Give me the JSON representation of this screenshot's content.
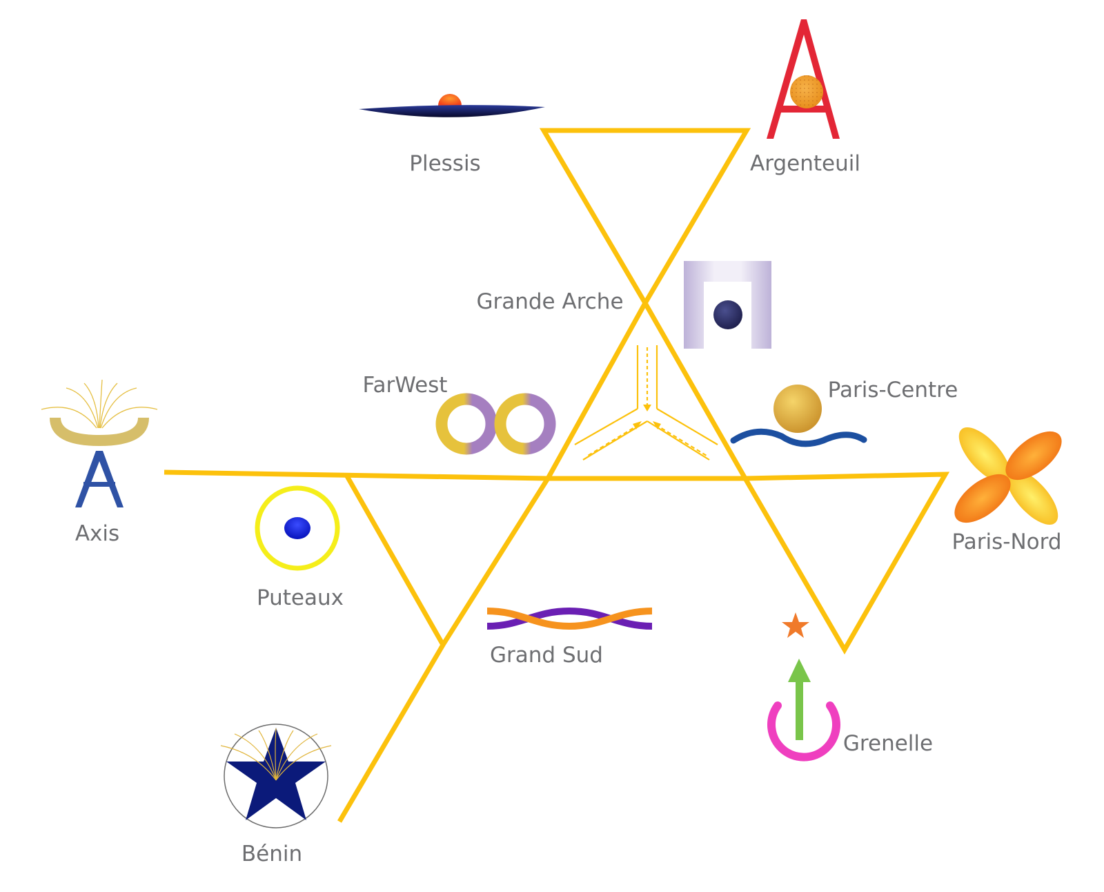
{
  "colors": {
    "line": "#fcc10c",
    "label": "#6d6e71"
  },
  "districts": [
    {
      "name": "Plessis",
      "icon": "eclipse-lens-icon"
    },
    {
      "name": "Argenteuil",
      "icon": "letter-a-sun-icon"
    },
    {
      "name": "Grande Arche",
      "icon": "arch-portal-icon"
    },
    {
      "name": "FarWest",
      "icon": "infinity-rings-icon"
    },
    {
      "name": "Paris-Centre",
      "icon": "sun-over-wave-icon"
    },
    {
      "name": "Axis",
      "icon": "fountain-letter-a-icon"
    },
    {
      "name": "Paris-Nord",
      "icon": "four-petal-flower-icon"
    },
    {
      "name": "Puteaux",
      "icon": "halo-dot-icon"
    },
    {
      "name": "Grand Sud",
      "icon": "braided-ribbon-icon"
    },
    {
      "name": "Grenelle",
      "icon": "power-arrow-star-icon"
    },
    {
      "name": "Bénin",
      "icon": "star-circle-icon"
    }
  ]
}
